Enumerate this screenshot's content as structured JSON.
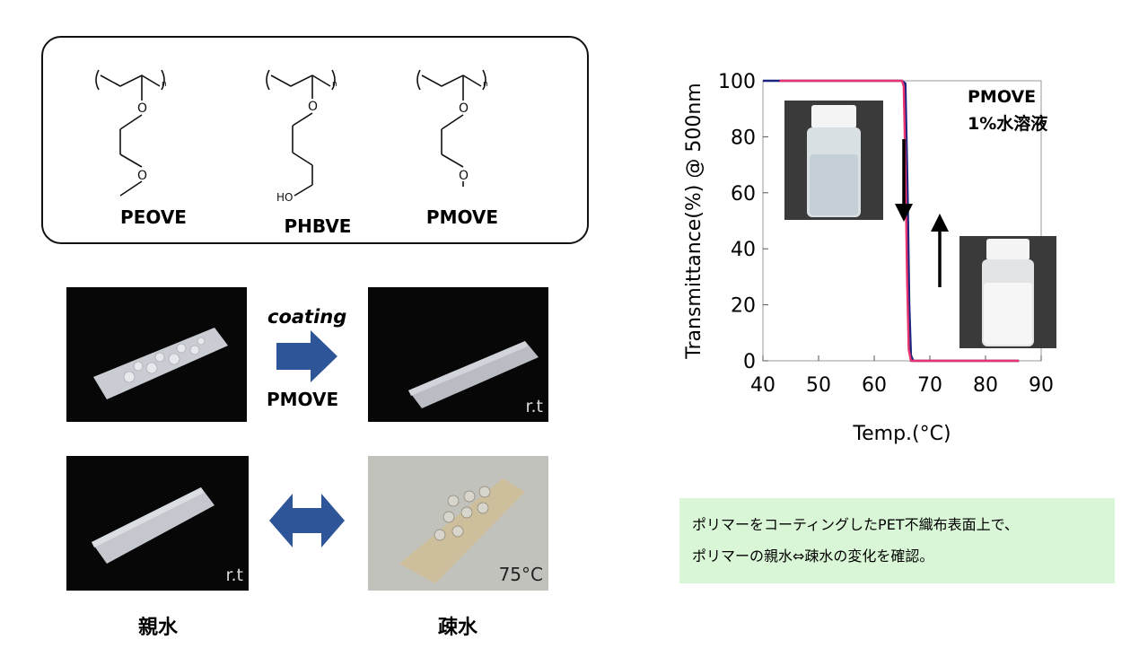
{
  "structures": {
    "polymers": [
      {
        "name": "PEOVE",
        "n": "n",
        "oxygen": "O",
        "oxygen2": "O"
      },
      {
        "name": "PHBVE",
        "n": "n",
        "oxygen": "O",
        "terminal": "HO"
      },
      {
        "name": "PMOVE",
        "n": "n",
        "oxygen": "O",
        "oxygen2": "O"
      }
    ]
  },
  "coating": {
    "arrow_label": "coating",
    "polymer_label": "PMOVE",
    "rt_label": "r.t",
    "rt_label2": "r.t",
    "hot_label": "75°C"
  },
  "captions": {
    "hydrophilic": "親水",
    "hydrophobic": "疎水"
  },
  "colors": {
    "heating_curve": "#1a237e",
    "cooling_curve": "#e8336e",
    "note_bg": "#d9f7d6",
    "arrow_blue": "#2e5597"
  },
  "chart_data": {
    "type": "line",
    "title": "",
    "annotation": [
      "PMOVE",
      "1%水溶液"
    ],
    "xlabel": "Temp.(°C)",
    "ylabel": "Transmittance(%) @ 500nm",
    "xlim": [
      40,
      90
    ],
    "ylim": [
      0,
      100
    ],
    "xticks": [
      "40",
      "50",
      "60",
      "70",
      "80",
      "90"
    ],
    "yticks": [
      "0",
      "20",
      "40",
      "60",
      "80",
      "100"
    ],
    "grid": false,
    "series": [
      {
        "color": "#1a237e",
        "x": [
          40,
          50,
          60,
          65,
          65.6,
          66.0,
          66.3,
          66.6,
          67,
          70,
          80,
          86
        ],
        "y": [
          100,
          100,
          100,
          100,
          99,
          60,
          20,
          2,
          0,
          0,
          0,
          0
        ]
      },
      {
        "color": "#e8336e",
        "x": [
          43,
          50,
          60,
          65,
          65.3,
          65.6,
          65.9,
          66.2,
          66.6,
          70,
          80,
          86
        ],
        "y": [
          100,
          100,
          100,
          100,
          98,
          70,
          30,
          4,
          0,
          0,
          0,
          0
        ]
      }
    ]
  },
  "note": {
    "line1": "ポリマーをコーティングしたPET不織布表面上で、",
    "line2": "ポリマーの親水⇔疎水の変化を確認。"
  }
}
